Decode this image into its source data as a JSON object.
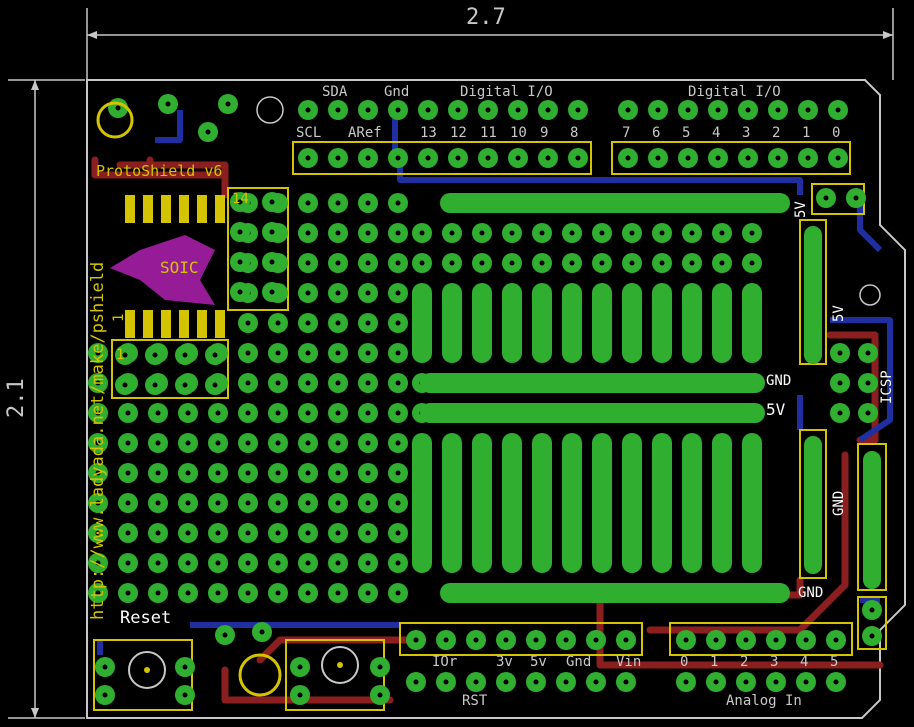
{
  "dimensions": {
    "width_label": "2.7",
    "height_label": "2.1"
  },
  "header": {
    "sda": "SDA",
    "gnd": "Gnd",
    "digital_io_left": "Digital I/O",
    "digital_io_right": "Digital I/O",
    "scl": "SCL",
    "aref": "ARef",
    "pins_left": [
      "13",
      "12",
      "11",
      "10",
      "9",
      "8"
    ],
    "pins_right": [
      "7",
      "6",
      "5",
      "4",
      "3",
      "2",
      "1",
      "0"
    ]
  },
  "silkscreen": {
    "title": "ProtoShield v6",
    "url": "http://www.ladyada.net/make/pshield",
    "soic": "SOIC",
    "pin1_top": "1",
    "pin14": "14",
    "pin1_bottom": "1",
    "gnd_rail_1": "GND",
    "fivev_rail_1": "5V",
    "gnd_rail_2": "GND",
    "fivev_vertical_top": "5V",
    "fivev_vertical_mid": "5V",
    "gnd_vertical": "GND",
    "icsp": "ICSP",
    "reset": "Reset",
    "power_pins": [
      "IOr",
      "3v",
      "5v",
      "Gnd",
      "Vin"
    ],
    "rst": "RST",
    "analog_pins": [
      "0",
      "1",
      "2",
      "3",
      "4",
      "5"
    ],
    "analog_in": "Analog In"
  },
  "colors": {
    "background": "#000000",
    "pad": "#2fae2f",
    "trace_red": "#8b1f1f",
    "trace_blue": "#1f2fa0",
    "silk": "#d4c400",
    "outline": "#c8c8c8"
  }
}
